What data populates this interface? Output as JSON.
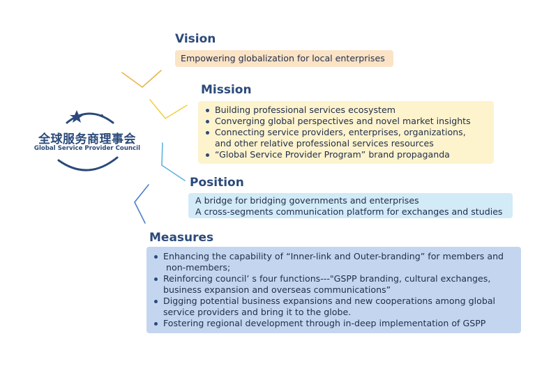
{
  "logo": {
    "name_cn": "全球服务商理事会",
    "name_en": "Global Service Provider Council",
    "icon": "star-swoosh-icon",
    "color": "#2b4a7a"
  },
  "vision": {
    "heading": "Vision",
    "text": "Empowering globalization for local enterprises",
    "color": "#fbe3c6"
  },
  "mission": {
    "heading": "Mission",
    "items": [
      [
        "Building professional services ecosystem"
      ],
      [
        "Converging global perspectives and novel market insights"
      ],
      [
        "Connecting service providers, enterprises, organizations,",
        "and other relative professional services resources"
      ],
      [
        "“Global Service Provider Program” brand propaganda"
      ]
    ],
    "color": "#fdf3cd"
  },
  "position": {
    "heading": "Position",
    "lines": [
      "A bridge for bridging governments and enterprises",
      "A cross-segments communication platform for exchanges and studies"
    ],
    "color": "#d3eaf7"
  },
  "measures": {
    "heading": "Measures",
    "items": [
      [
        "Enhancing the capability of “Inner-link and Outer-branding” for members and",
        " non-members;"
      ],
      [
        "Reinforcing council’ s four functions---\"GSPP branding, cultural exchanges,",
        "business expansion and overseas communications”"
      ],
      [
        "Digging potential business expansions and new cooperations among global",
        "service providers and bring it to the globe."
      ],
      [
        "Fostering regional development through in-deep implementation of GSPP"
      ]
    ],
    "color": "#c4d6ef"
  },
  "connector_colors": [
    "#e8b64a",
    "#f2d04a",
    "#5fb3df",
    "#4a7fc9"
  ]
}
